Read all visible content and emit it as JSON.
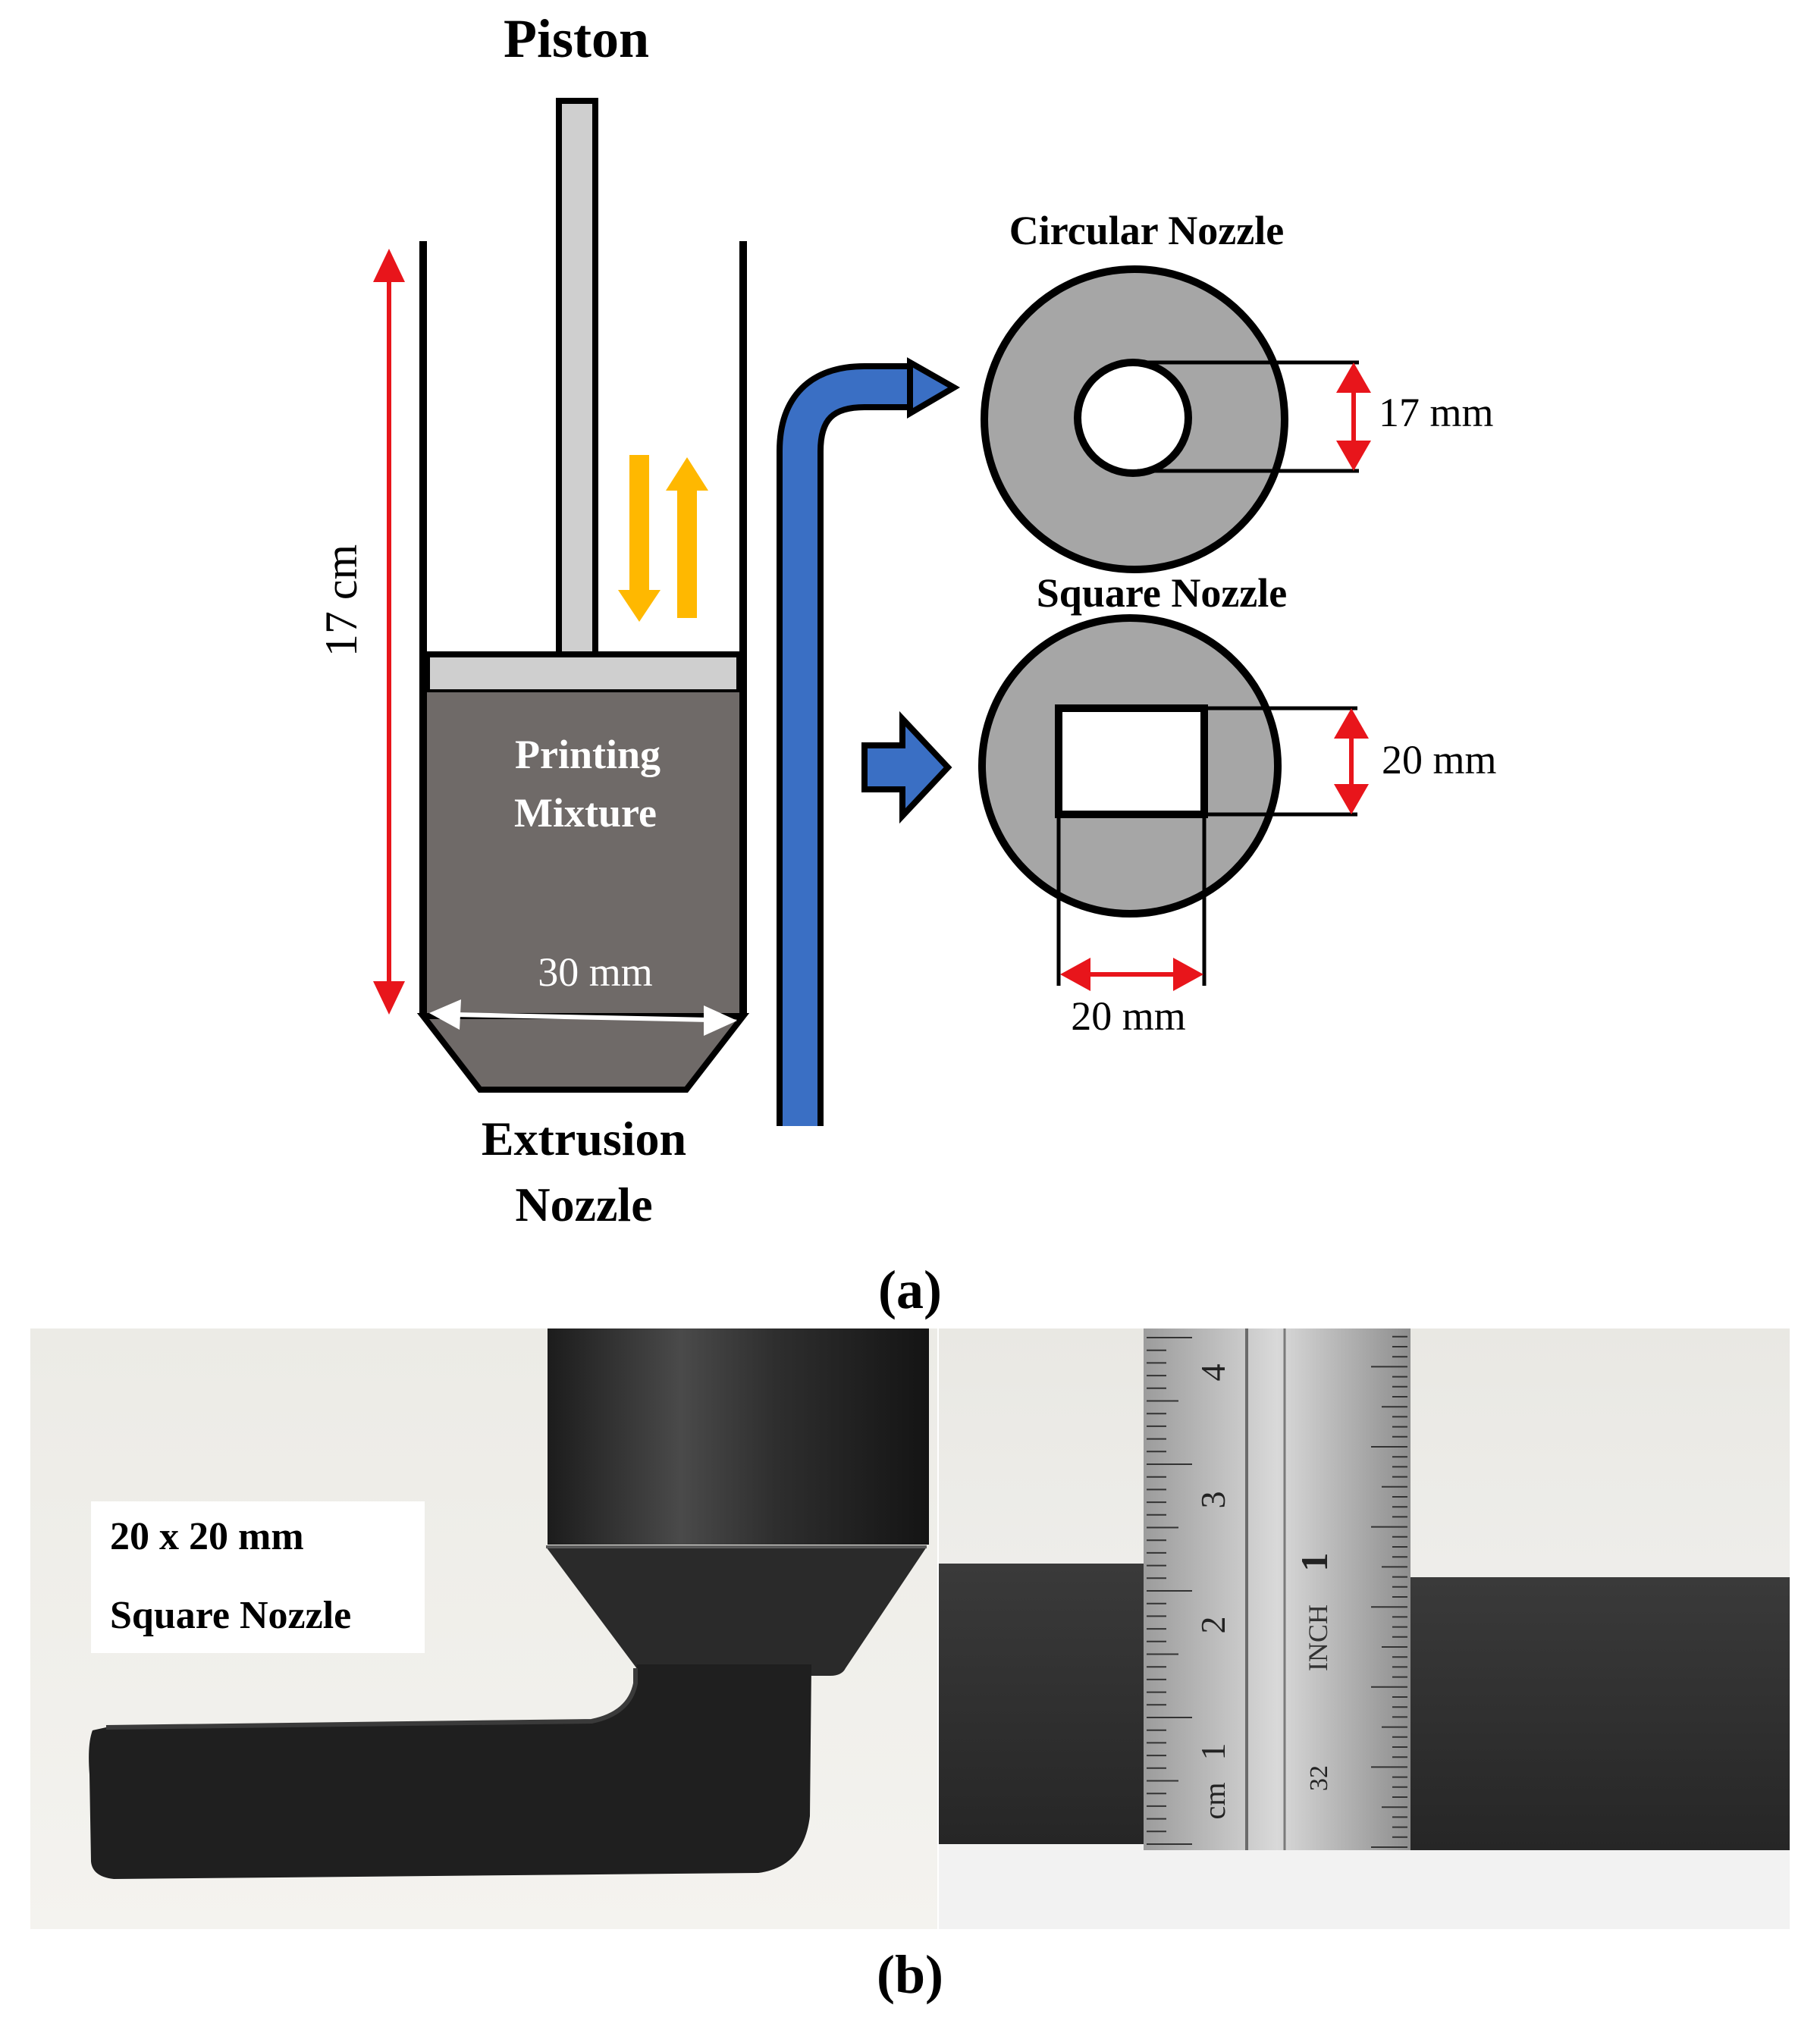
{
  "panel_a": {
    "piston_label": "Piston",
    "height_label": "17 cm",
    "mixture_label_line1": "Printing",
    "mixture_label_line2": "Mixture",
    "width_label": "30 mm",
    "extrusion_label_line1": "Extrusion",
    "extrusion_label_line2": "Nozzle",
    "circular_title": "Circular Nozzle",
    "circular_dim": "17 mm",
    "square_title": "Square Nozzle",
    "square_dim_vertical": "20 mm",
    "square_dim_horizontal": "20 mm",
    "caption": "(a)"
  },
  "panel_b": {
    "label_line1": "20 x 20 mm",
    "label_line2": "Square Nozzle",
    "ruler_cm_unit": "cm",
    "ruler_cm_ticks": [
      "1",
      "2",
      "3",
      "4"
    ],
    "ruler_inch_unit": "INCH",
    "ruler_inch_ticks": [
      "32",
      "1"
    ],
    "caption": "(b)"
  },
  "colors": {
    "dimension_arrow": "#e8151b",
    "motion_arrow": "#ffb800",
    "flow_arrow": "#3a6fc4",
    "mixture_fill": "#6f6a68",
    "piston_fill": "#cfcfcf",
    "nozzle_fill": "#a6a6a6"
  }
}
